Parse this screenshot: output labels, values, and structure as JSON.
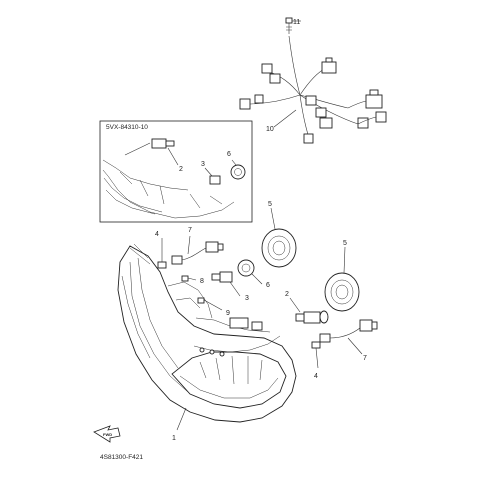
{
  "diagram": {
    "inset_part_code": "5VX-84310-10",
    "figure_code": "4S81300-F421",
    "fwd_label": "FWD",
    "callouts": [
      "11",
      "10",
      "2",
      "6",
      "3",
      "5",
      "7",
      "4",
      "8",
      "6",
      "3",
      "9",
      "5",
      "2",
      "7",
      "4",
      "1"
    ]
  }
}
